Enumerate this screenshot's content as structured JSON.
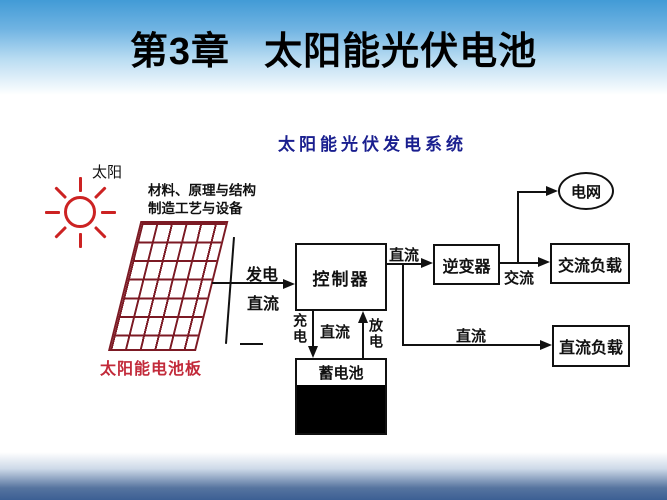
{
  "slide": {
    "title_chapter": "第3章",
    "title_main": "太阳能光伏电池",
    "subtitle": "太阳能光伏发电系统"
  },
  "diagram": {
    "sun_label": "太阳",
    "materials_line1": "材料、原理与结构",
    "materials_line2": "制造工艺与设备",
    "panel_label": "太阳能电池板",
    "nodes": {
      "controller": "控制器",
      "inverter": "逆变器",
      "grid": "电网",
      "ac_load": "交流负载",
      "dc_load": "直流负载",
      "battery": "蓄电池"
    },
    "edge_labels": {
      "generate": "发电",
      "dc_from_panel": "直流",
      "dc_to_inverter": "直流",
      "ac_out": "交流",
      "dc_to_dc_load": "直流",
      "charge": "充电",
      "dc_battery": "直流",
      "discharge": "放电"
    }
  },
  "colors": {
    "top_band_blue": "#429bd6",
    "bottom_band_blue": "#3c5f94",
    "subtitle_navy": "#1a1f8f",
    "sun_red": "#cc2222",
    "panel_grid_red": "#7c1a24",
    "panel_label_red": "#c22a3a",
    "line_black": "#111111"
  }
}
